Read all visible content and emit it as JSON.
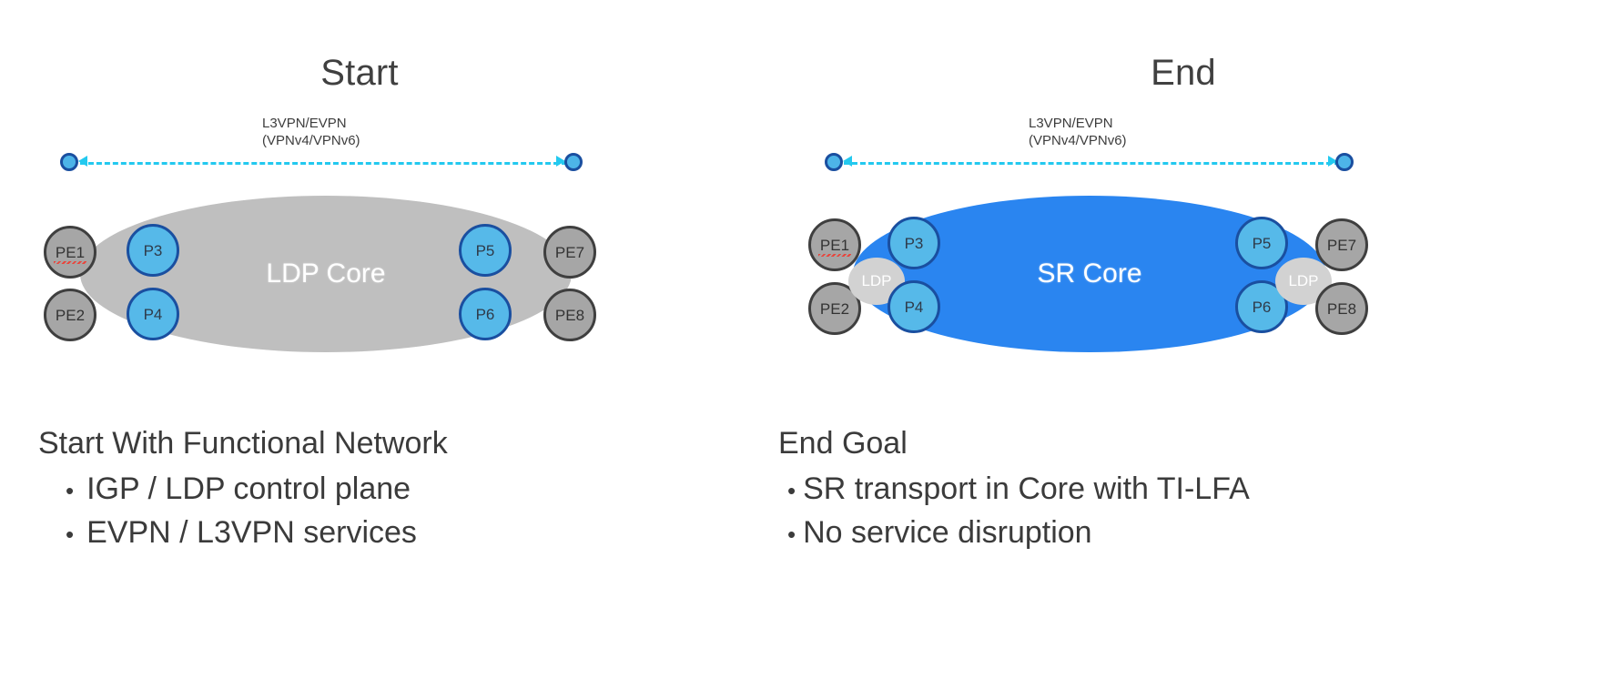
{
  "panels": [
    {
      "id": "start",
      "title": "Start",
      "service_label_line1": "L3VPN/EVPN",
      "service_label_line2": "(VPNv4/VPNv6)",
      "core_label": "LDP Core",
      "core_color": "#bfbfbf",
      "nodes": {
        "pe1": "PE1",
        "pe2": "PE2",
        "p3": "P3",
        "p4": "P4",
        "p5": "P5",
        "p6": "P6",
        "pe7": "PE7",
        "pe8": "PE8"
      },
      "caption_heading": "Start With Functional Network",
      "bullets": [
        "IGP / LDP control plane",
        "EVPN / L3VPN services"
      ]
    },
    {
      "id": "end",
      "title": "End",
      "service_label_line1": "L3VPN/EVPN",
      "service_label_line2": "(VPNv4/VPNv6)",
      "core_label": "SR Core",
      "core_color": "#2a85f0",
      "nodes": {
        "pe1": "PE1",
        "pe2": "PE2",
        "ldp_left": "LDP",
        "p3": "P3",
        "p4": "P4",
        "p5": "P5",
        "p6": "P6",
        "ldp_right": "LDP",
        "pe7": "PE7",
        "pe8": "PE8"
      },
      "caption_heading": "End Goal",
      "bullets": [
        "SR transport in Core with TI-LFA",
        "No service disruption"
      ]
    }
  ],
  "bullet_glyph": "•",
  "colors": {
    "pe_node_fill": "#a6a6a6",
    "pe_node_border": "#3f3f3f",
    "p_node_fill": "#56b9e9",
    "p_node_border": "#1a4fa0",
    "ldp_badge_fill": "#d2d2d2",
    "overlay_arrow": "#23c9ef",
    "ldp_core_fill": "#bfbfbf",
    "sr_core_fill": "#2a85f0",
    "text": "#3b3b3b"
  }
}
